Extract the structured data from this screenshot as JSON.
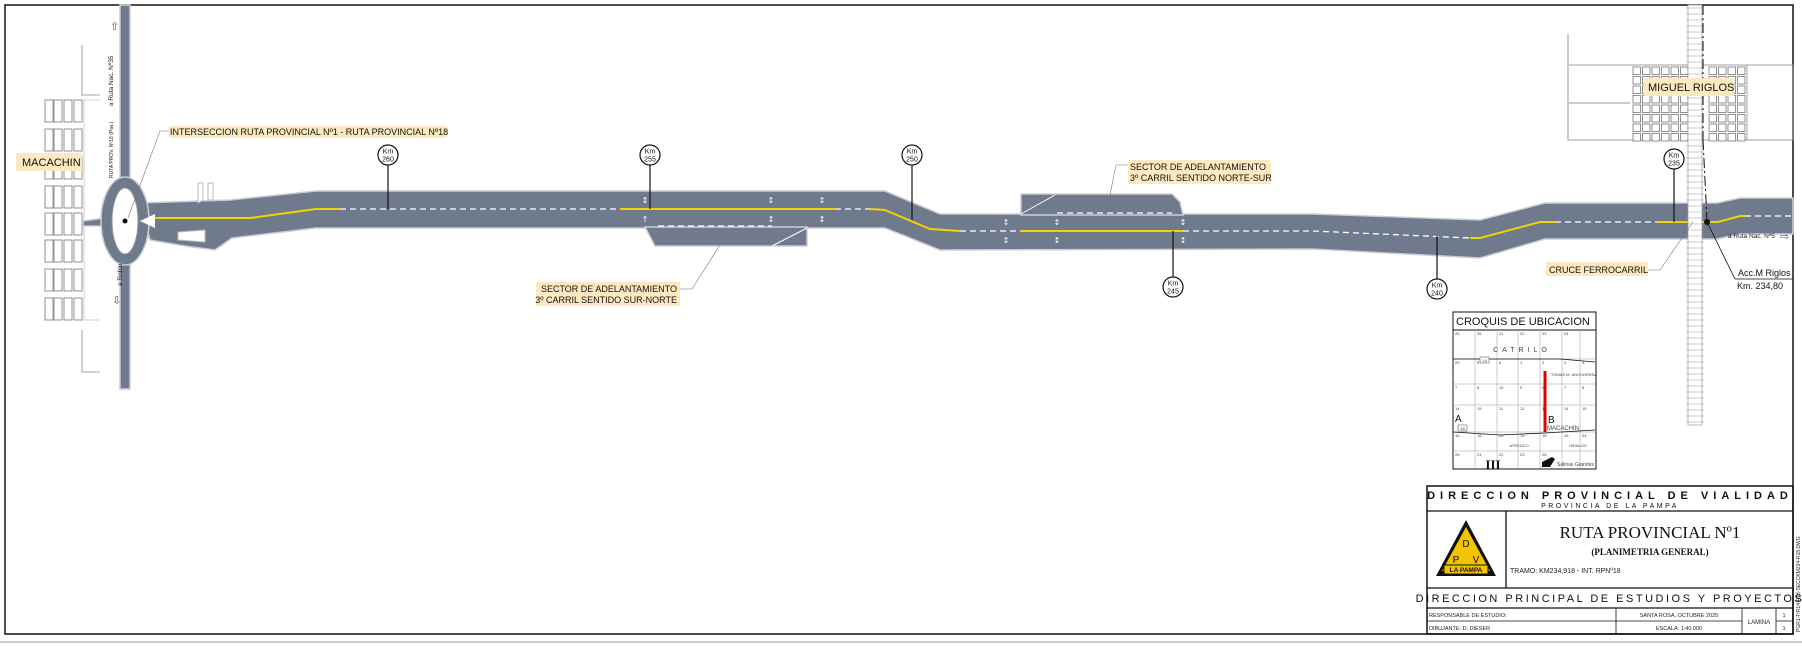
{
  "towns": {
    "macachin": "MACACHIN",
    "miguel_riglos": "MIGUEL RIGLOS"
  },
  "callouts": {
    "intersection": "INTERSECCION RUTA PROVINCIAL Nº1 - RUTA PROVINCIAL Nº18",
    "sector_sn_line1": "SECTOR DE ADELANTAMIENTO",
    "sector_sn_line2": "3º CARRIL SENTIDO SUR-NORTE",
    "sector_ns_line1": "SECTOR DE ADELANTAMIENTO",
    "sector_ns_line2": "3º CARRIL SENTIDO NORTE-SUR",
    "railway": "CRUCE FERROCARRIL",
    "access_line1": "Acc.M Riglos",
    "access_line2": "Km. 234,80"
  },
  "road_labels": {
    "to_rn35": "a Ruta Nac. Nº35",
    "rp18": "RUTA PROV. Nº18 (Pav.)",
    "to_roblo": "a Roblo",
    "to_rn5": "a Ruta Nac. Nº5"
  },
  "km_markers": [
    {
      "prefix": "Km",
      "value": "260"
    },
    {
      "prefix": "Km",
      "value": "255"
    },
    {
      "prefix": "Km",
      "value": "250"
    },
    {
      "prefix": "Km",
      "value": "245"
    },
    {
      "prefix": "Km",
      "value": "240"
    },
    {
      "prefix": "Km",
      "value": "235"
    }
  ],
  "croquis": {
    "title": "CROQUIS DE UBICACION",
    "catrilo": "CATRILO",
    "macachin": "MACACHIN",
    "point_a": "A",
    "point_b": "B",
    "region": "III",
    "anchorena": "TOMAS M. ANCHORENA",
    "atreuco": "ATREUCO",
    "hidalgo": "HIDALGO",
    "salinas": "Salinas Grandes",
    "route_no": "18",
    "route_no_top": "14",
    "sections": [
      "26",
      "26",
      "21",
      "22",
      "23",
      "24",
      "25",
      "5",
      "6",
      "1",
      "2",
      "3",
      "4",
      "7",
      "8",
      "10",
      "9",
      "8",
      "7",
      "8",
      "14",
      "15",
      "11",
      "12",
      "13",
      "14",
      "15",
      "16",
      "16",
      "20",
      "19",
      "18",
      "16",
      "24",
      "26",
      "21",
      "22",
      "23",
      "28"
    ]
  },
  "title_block": {
    "agency": "DIRECCION PROVINCIAL DE VIALIDAD",
    "province": "PROVINCIA DE LA PAMPA",
    "logo_d": "D",
    "logo_p": "P",
    "logo_v": "V",
    "logo_text": "LA PAMPA",
    "title": "RUTA PROVINCIAL Nº1",
    "subtitle": "(PLANIMETRIA GENERAL)",
    "tramo": "TRAMO: KM234,918 - INT. RPNº18",
    "directorate": "DIRECCION PRINCIPAL DE ESTUDIOS Y PROYECTOS",
    "responsable": "RESPONSABLE DE ESTUDIO:",
    "dibujante": "DIBUJANTE: D. DIESER",
    "place_date": "SANTA ROSA, OCTUBRE 2025",
    "scale": "ESCALA: 1:40.000",
    "lamina_label": "LAMINA",
    "lamina_num": "1",
    "lamina_total": "1",
    "file": "PGR1-TrR14-R18-SECCKM234-R18.DWG"
  },
  "colors": {
    "road": "#6f7a8c",
    "center_yellow": "#f2d200",
    "label_bg": "#fde9c0",
    "route_red": "#e00000"
  }
}
